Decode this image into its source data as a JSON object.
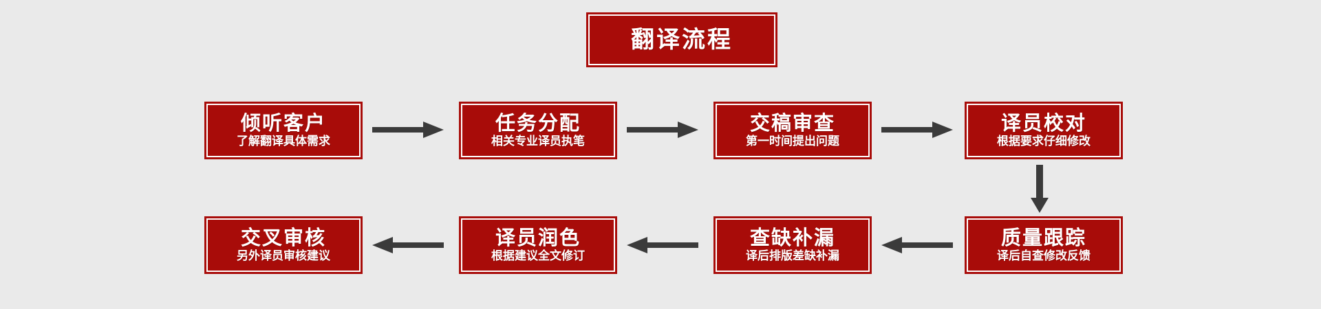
{
  "page": {
    "background_color": "#eaeaea",
    "box_fill_color": "#a80c09",
    "box_border_color": "#a80c09",
    "box_inner_border_color": "#ffffff",
    "text_color": "#ffffff",
    "arrow_color": "#3b3b3b"
  },
  "title": {
    "text": "翻译流程"
  },
  "flow": {
    "row1": [
      {
        "title": "倾听客户",
        "sub": "了解翻译具体需求"
      },
      {
        "title": "任务分配",
        "sub": "相关专业译员执笔"
      },
      {
        "title": "交稿审查",
        "sub": "第一时间提出问题"
      },
      {
        "title": "译员校对",
        "sub": "根据要求仔细修改"
      }
    ],
    "row2": [
      {
        "title": "交叉审核",
        "sub": "另外译员审核建议"
      },
      {
        "title": "译员润色",
        "sub": "根据建议全文修订"
      },
      {
        "title": "查缺补漏",
        "sub": "译后排版差缺补漏"
      },
      {
        "title": "质量跟踪",
        "sub": "译后自查修改反馈"
      }
    ],
    "connectors": [
      {
        "name": "arrow-right-1",
        "direction": "right"
      },
      {
        "name": "arrow-right-2",
        "direction": "right"
      },
      {
        "name": "arrow-right-3",
        "direction": "right"
      },
      {
        "name": "arrow-down-1",
        "direction": "down"
      },
      {
        "name": "arrow-left-1",
        "direction": "left"
      },
      {
        "name": "arrow-left-2",
        "direction": "left"
      },
      {
        "name": "arrow-left-3",
        "direction": "left"
      }
    ]
  }
}
